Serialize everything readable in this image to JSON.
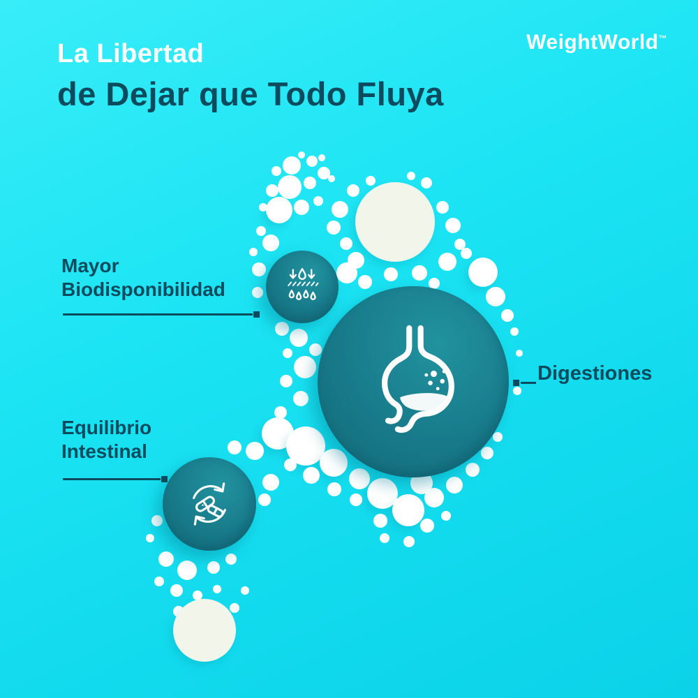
{
  "logo": {
    "text": "WeightWorld",
    "tm": "™"
  },
  "title": {
    "line1": "La Libertad",
    "line2": "de Dejar que Todo Fluya"
  },
  "callouts": {
    "bioavailability": {
      "line1": "Mayor",
      "line2": "Biodisponibilidad"
    },
    "intestinal": {
      "line1": "Equilibrio",
      "line2": "Intestinal"
    },
    "digestion": {
      "label": "Digestiones"
    }
  },
  "colors": {
    "background_top": "#38EDF8",
    "background_bottom": "#0BD2E8",
    "accent_dark": "#0C4A5E",
    "teal_circle": "#187A89",
    "bubble_white": "#FFFFFF",
    "bubble_offwhite": "#F1F5EA",
    "icon_stroke": "#FFFFFF"
  },
  "icons": [
    "absorption-icon",
    "stomach-icon",
    "probiotics-icon"
  ]
}
